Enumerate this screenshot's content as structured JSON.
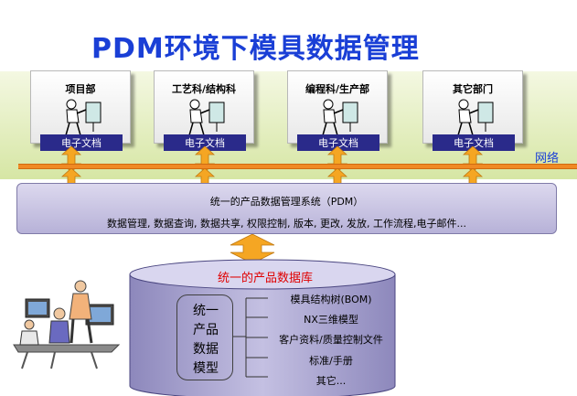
{
  "title": "PDM环境下模具数据管理",
  "departments": [
    {
      "name": "项目部",
      "doc": "电子文档"
    },
    {
      "name": "工艺科/结构科",
      "doc": "电子文档"
    },
    {
      "name": "编程科/生产部",
      "doc": "电子文档"
    },
    {
      "name": "其它部门",
      "doc": "电子文档"
    }
  ],
  "network_label": "网络",
  "pdm": {
    "title": "统一的产品数据管理系统（PDM）",
    "functions": "数据管理, 数据查询, 数据共享, 权限控制, 版本, 更改, 发放, 工作流程,电子邮件..."
  },
  "database": {
    "title": "统一的产品数据库",
    "model_lines": [
      "统一",
      "产品",
      "数据",
      "模型"
    ],
    "items": [
      "模具结构树(BOM)",
      "NX三维模型",
      "客户资料/质量控制文件",
      "标准/手册",
      "其它..."
    ]
  },
  "colors": {
    "title": "#1a3fd6",
    "band": "#d6e6a4",
    "network": "#f08a24",
    "arrow": "#f5a623",
    "pdm_box": "#b7b2d8",
    "cylinder": "#a8a3cf",
    "db_title": "#e00000"
  }
}
